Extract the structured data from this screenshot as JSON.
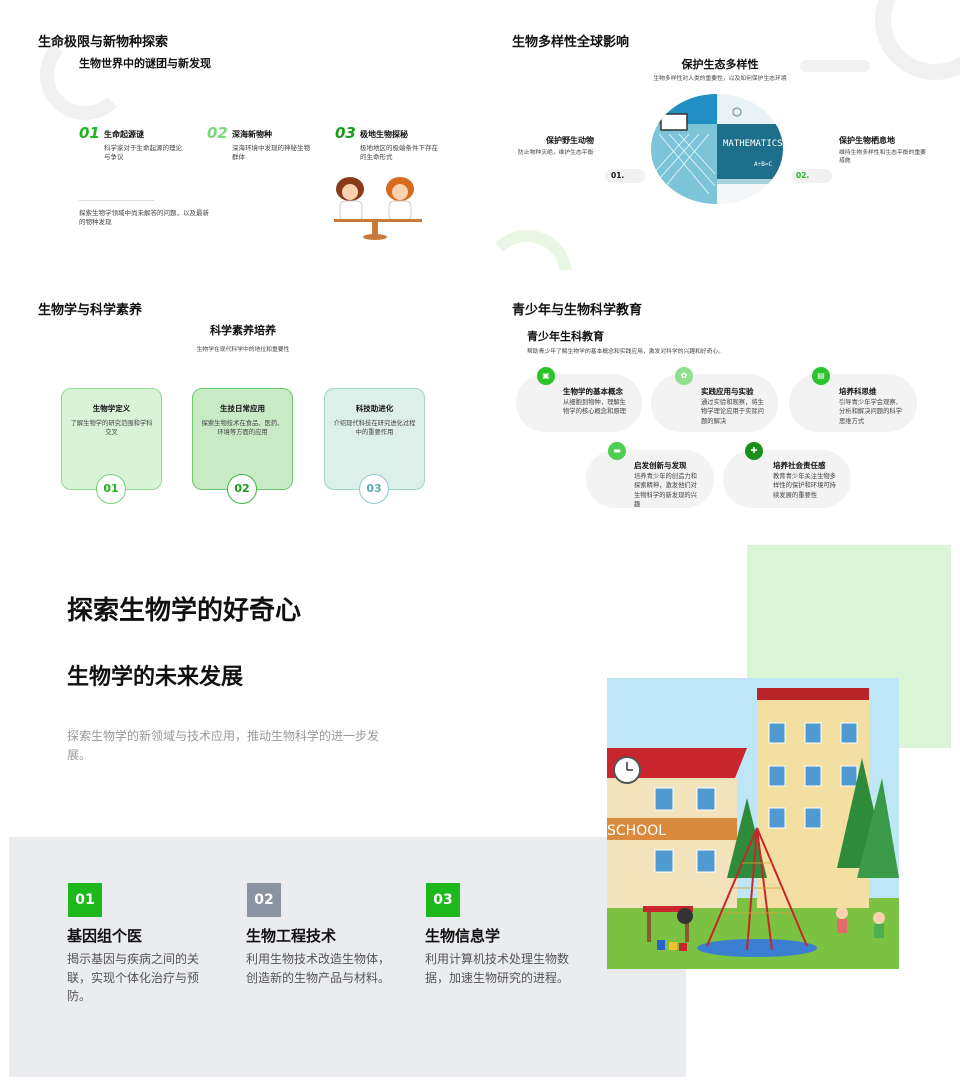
{
  "slide1": {
    "title": "生命极限与新物种探索",
    "subtitle": "生物世界中的谜团与新发现",
    "features": [
      {
        "num": "01",
        "title": "生命起源谜",
        "desc": "科学家对于生命起源的理论与争议"
      },
      {
        "num": "02",
        "title": "深海新物种",
        "desc": "深海环境中发现的神秘生物群体"
      },
      {
        "num": "03",
        "title": "极地生物探秘",
        "desc": "极地地区的极端条件下存在的生命形式"
      }
    ],
    "footer": "探索生物学领域中尚未解答的问题，以及最新的物种发现"
  },
  "slide2": {
    "title": "生物多样性全球影响",
    "subtitle": "保护生态多样性",
    "desc": "生物多样性对人类的重要性，以及如何保护生态环境",
    "left": {
      "title": "保护野生动物",
      "desc": "防止物种灭绝，维护生态平衡",
      "num": "01."
    },
    "right": {
      "title": "保护生物栖息地",
      "desc": "维持生物多样性和生态平衡的重要措施",
      "num": "02."
    },
    "board_text": "MATHEMATICS",
    "board_formula": "A÷B=C"
  },
  "slide3": {
    "title": "生物学与科学素养",
    "subtitle": "科学素养培养",
    "desc": "生物学在现代科学中的地位和重要性",
    "cards": [
      {
        "title": "生物学定义",
        "desc": "了解生物学的研究范围和学科交叉",
        "num": "01"
      },
      {
        "title": "生技日常应用",
        "desc": "探索生物技术在食品、医药、环境等方面的应用",
        "num": "02"
      },
      {
        "title": "科技助进化",
        "desc": "介绍现代科技在研究进化过程中的重要作用",
        "num": "03"
      }
    ]
  },
  "slide4": {
    "title": "青少年与生物科学教育",
    "subtitle": "青少年生科教育",
    "desc": "帮助青少年了解生物学的基本概念和实践应用，激发对科学的兴趣和好奇心。",
    "items": [
      {
        "title": "生物学的基本概念",
        "desc": "从细胞到物种，理解生物学的核心概念和原理"
      },
      {
        "title": "实践应用与实验",
        "desc": "通过实验和观察，将生物学理论应用于实际问题的解决"
      },
      {
        "title": "培养科思维",
        "desc": "引导青少年学会观察、分析和解决问题的科学思维方式"
      },
      {
        "title": "启发创新与发现",
        "desc": "培养青少年的创造力和探索精神，激发他们对生物科学的新发现的兴趣"
      },
      {
        "title": "培养社会责任感",
        "desc": "教育青少年关注生物多样性的保护和环境可持续发展的重要性"
      }
    ]
  },
  "slide5": {
    "title": "探索生物学的好奇心",
    "subtitle": "生物学的未来发展",
    "desc": "探索生物学的新领域与技术应用，推动生物科学的进一步发展。",
    "school_sign": "SCHOOL",
    "features": [
      {
        "num": "01",
        "title": "基因组个医",
        "desc": "揭示基因与疾病之间的关联，实现个体化治疗与预防。",
        "color": "#1cb81c"
      },
      {
        "num": "02",
        "title": "生物工程技术",
        "desc": "利用生物技术改造生物体，创造新的生物产品与材料。",
        "color": "#8a939f"
      },
      {
        "num": "03",
        "title": "生物信息学",
        "desc": "利用计算机技术处理生物数据，加速生物研究的进程。",
        "color": "#1cb81c"
      }
    ]
  },
  "colors": {
    "accent": "#1cb81c",
    "light_green": "#daf5d6",
    "gray_panel": "#eaecef"
  }
}
